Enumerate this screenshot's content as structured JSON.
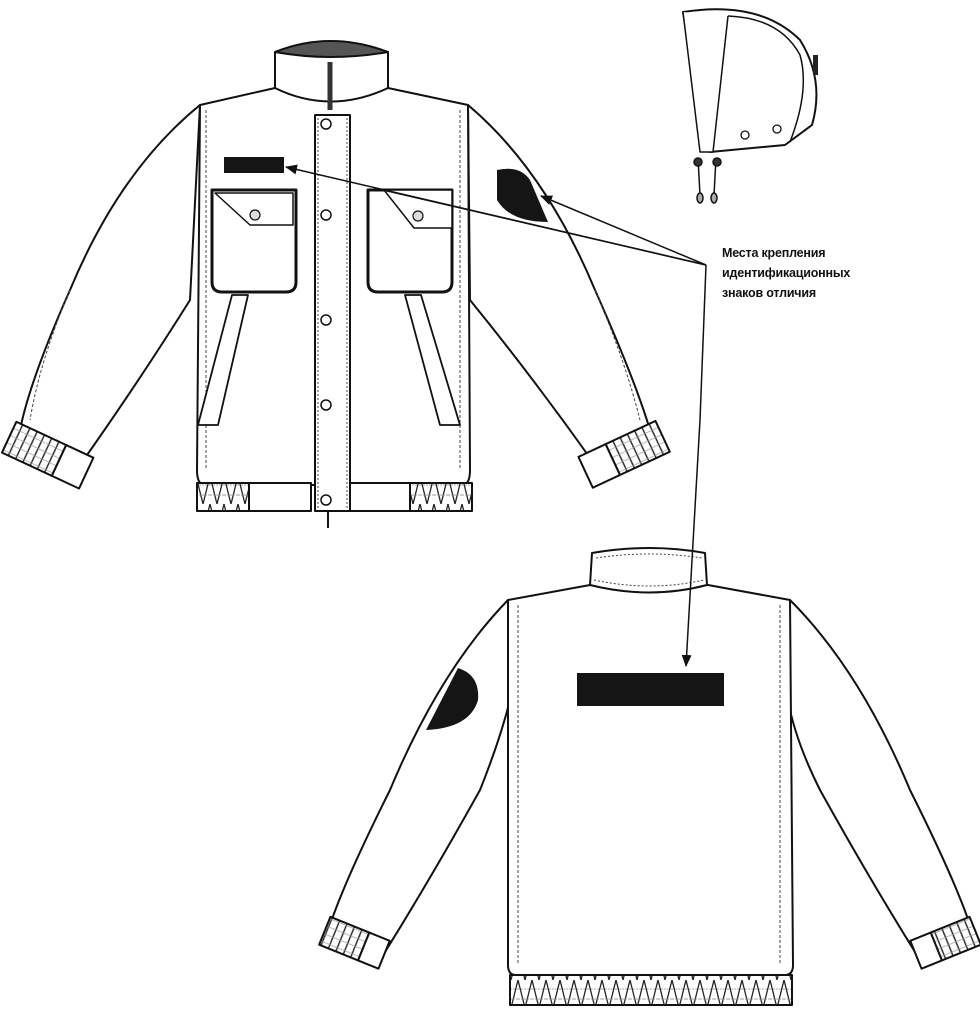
{
  "diagram": {
    "type": "technical garment drawing",
    "views": [
      {
        "id": "front",
        "description": "Jacket front view with stand-up collar, placket with snap buttons, two chest flap pockets, two slanted welt pockets, ribbed cuffs and waistband"
      },
      {
        "id": "back",
        "description": "Jacket back view with collar, ribbed cuffs and ribbed waistband"
      },
      {
        "id": "hood",
        "description": "Detachable hood with drawstrings and two snap buttons"
      }
    ],
    "annotation": {
      "lines": [
        "Места крепления",
        "идентификационных",
        "знаков отличия"
      ],
      "targets": [
        "front-chest-badge",
        "front-sleeve-patch",
        "back-badge"
      ]
    },
    "markers": {
      "front_chest_badge": "black rectangle on left chest",
      "sleeve_patch": "black half-circle on upper sleeve",
      "back_badge": "black rectangle on upper back"
    },
    "colors": {
      "line": "#111111",
      "fill": "#ffffff",
      "marker": "#151515"
    }
  }
}
